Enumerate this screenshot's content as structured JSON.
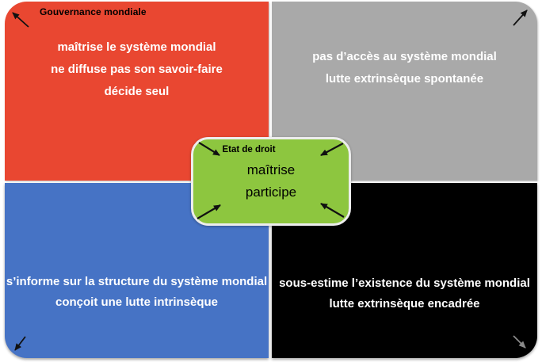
{
  "diagram": {
    "title_label": "Gouvernance mondiale",
    "center_box": {
      "label": "Etat de droit",
      "lines": [
        "maîtrise",
        "participe"
      ],
      "color": "#8DC63F",
      "border_color": "#EDEDED",
      "text_color": "#000000"
    },
    "quadrants": {
      "top_left": {
        "color": "#E94731",
        "lines": [
          "maîtrise le système mondial",
          "ne diffuse pas son savoir-faire",
          "décide seul"
        ]
      },
      "top_right": {
        "color": "#A9A9A9",
        "lines": [
          "pas d’accès au système mondial",
          "lutte extrinsèque spontanée"
        ]
      },
      "bottom_left": {
        "color": "#4673C5",
        "lines": [
          "s’informe sur la structure du système mondial",
          "conçoit une lutte intrinsèque"
        ]
      },
      "bottom_right": {
        "color": "#000000",
        "lines": [
          "sous-estime l’existence du système mondial",
          "lutte extrinsèque encadrée"
        ]
      }
    },
    "quadrant_text_color": "#FFFFFF",
    "icons": {
      "corner_top_left": "arrow-up-left",
      "corner_top_right": "arrow-up-right",
      "corner_bottom_left": "arrow-down-left",
      "corner_bottom_right": "arrow-down-right",
      "center_top_left": "arrow-inward-down-right",
      "center_top_right": "arrow-inward-down-left",
      "center_bottom_left": "arrow-inward-up-right",
      "center_bottom_right": "arrow-inward-up-left"
    },
    "arrow_colors": {
      "black": "#111111",
      "gray": "#8A8A8A"
    }
  }
}
